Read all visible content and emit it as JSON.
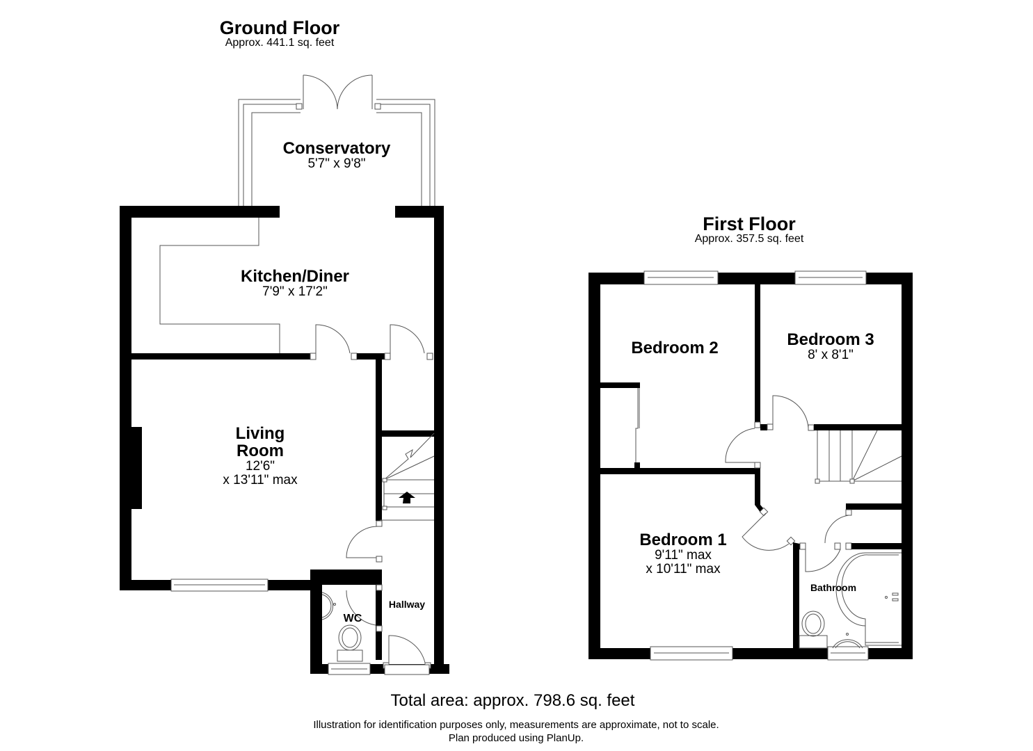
{
  "ground_floor": {
    "title": "Ground Floor",
    "area": "Approx. 441.1 sq. feet",
    "rooms": {
      "conservatory": {
        "name": "Conservatory",
        "dims": "5'7\" x 9'8\""
      },
      "kitchen": {
        "name": "Kitchen/Diner",
        "dims": "7'9\" x 17'2\""
      },
      "living": {
        "name_line1": "Living",
        "name_line2": "Room",
        "dims_line1": "12'6\"",
        "dims_line2": "x 13'11\" max"
      },
      "hallway": {
        "name": "Hallway"
      },
      "wc": {
        "name": "WC"
      }
    }
  },
  "first_floor": {
    "title": "First Floor",
    "area": "Approx. 357.5 sq. feet",
    "rooms": {
      "bedroom1": {
        "name": "Bedroom 1",
        "dims_line1": "9'11\" max",
        "dims_line2": "x 10'11\" max"
      },
      "bedroom2": {
        "name": "Bedroom 2"
      },
      "bedroom3": {
        "name": "Bedroom 3",
        "dims": "8' x 8'1\""
      },
      "bathroom": {
        "name": "Bathroom"
      }
    }
  },
  "footer": {
    "total": "Total area: approx. 798.6 sq. feet",
    "disclaimer_line1": "Illustration for identification purposes only, measurements are approximate, not to scale.",
    "disclaimer_line2": "Plan produced using PlanUp."
  },
  "colors": {
    "wall": "#000000",
    "line": "#555555",
    "background": "#ffffff"
  }
}
